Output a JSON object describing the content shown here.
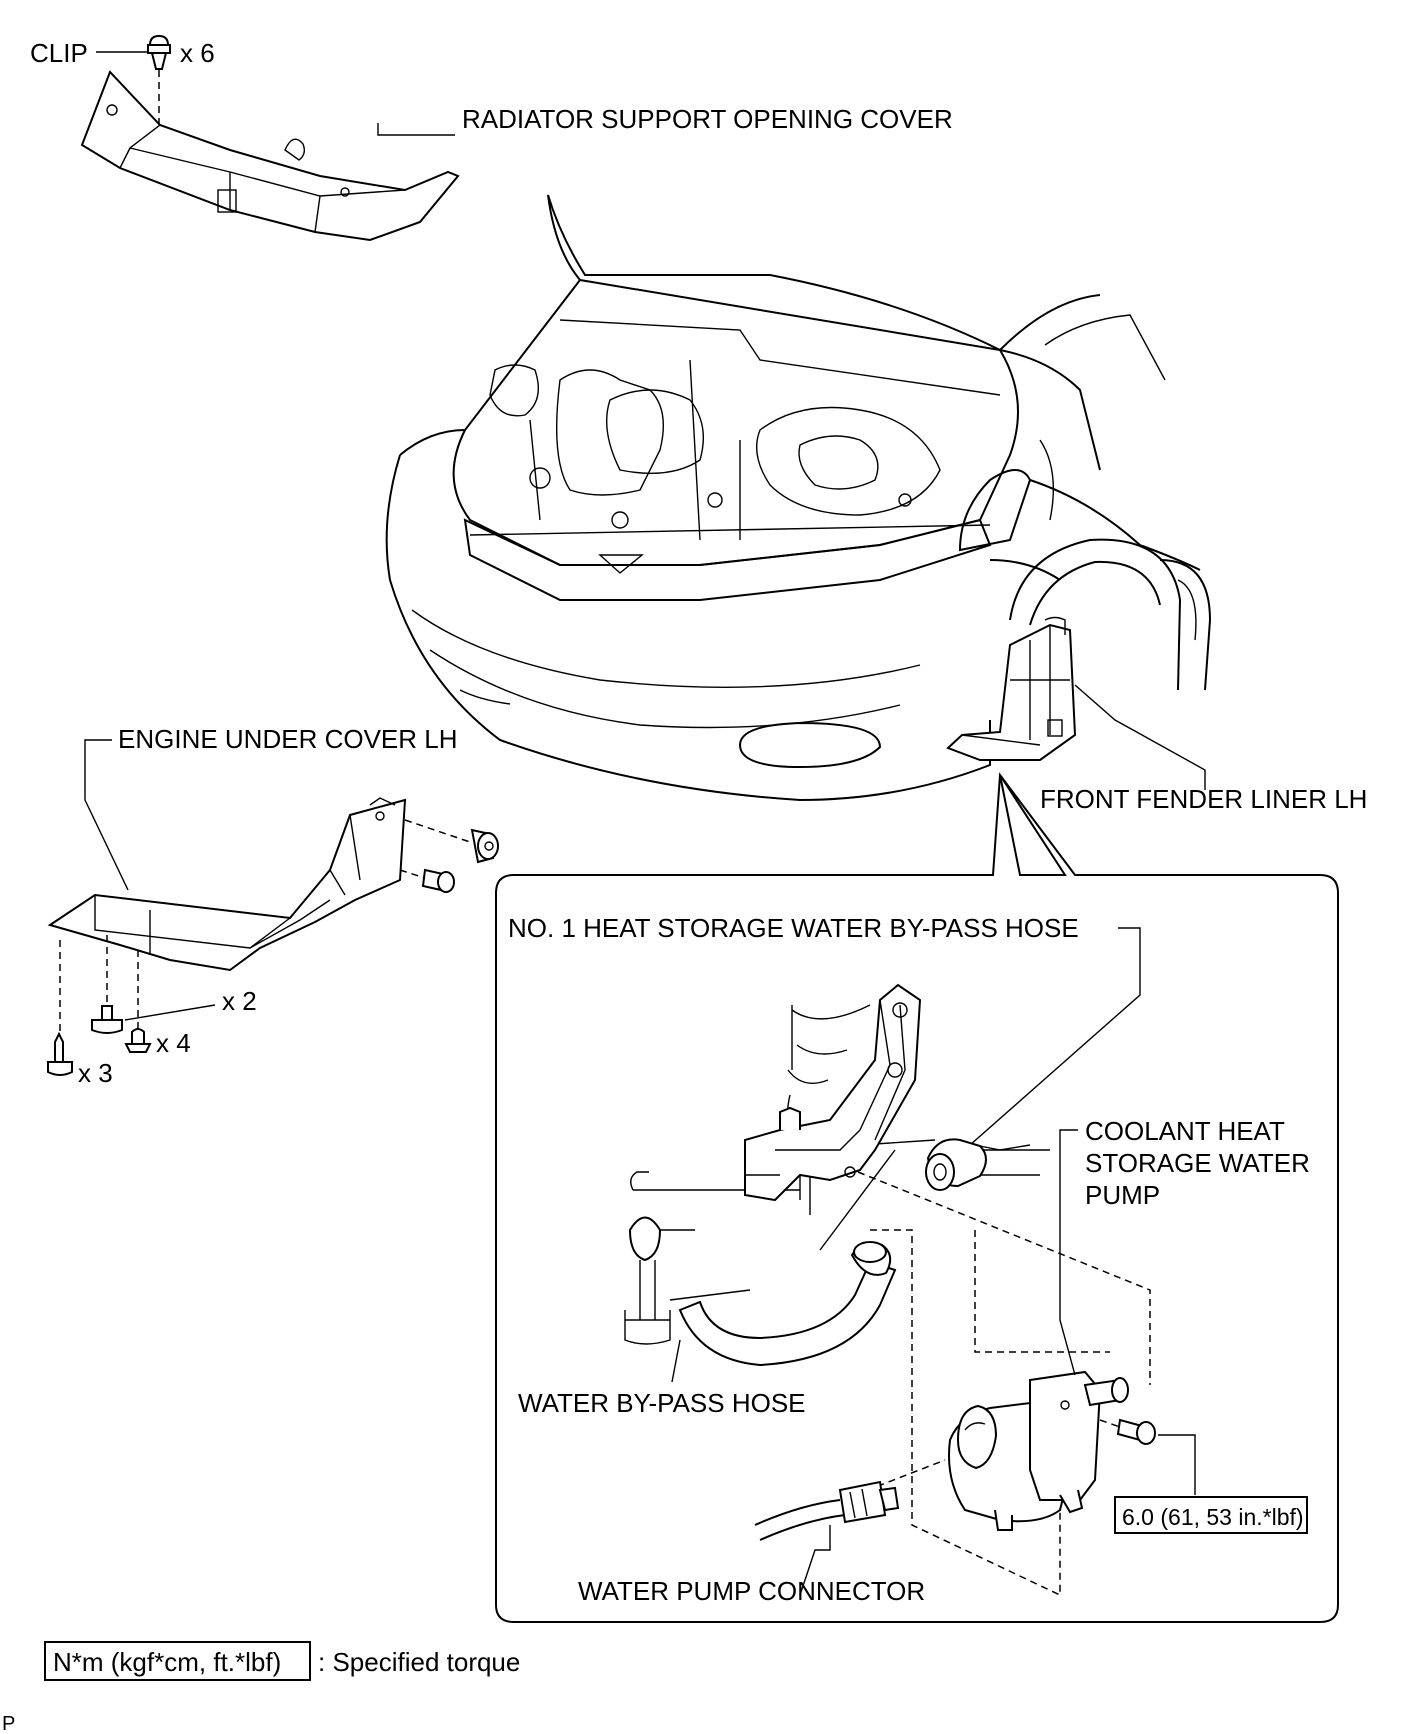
{
  "labels": {
    "clip": "CLIP",
    "clip_qty": "x 6",
    "radiator_cover": "RADIATOR SUPPORT OPENING COVER",
    "engine_under_cover": "ENGINE UNDER COVER LH",
    "front_fender_liner": "FRONT FENDER LINER LH",
    "qty_x2": "x 2",
    "qty_x4": "x 4",
    "qty_x3": "x 3",
    "heat_storage_hose": "NO. 1 HEAT STORAGE WATER BY-PASS HOSE",
    "pump_line1": "COOLANT HEAT",
    "pump_line2": "STORAGE WATER",
    "pump_line3": "PUMP",
    "water_bypass_hose": "WATER BY-PASS HOSE",
    "water_pump_connector": "WATER PUMP CONNECTOR",
    "torque_value": "6.0 (61, 53 in.*lbf)"
  },
  "legend": {
    "units": "N*m (kgf*cm, ft.*lbf)",
    "text": ": Specified torque"
  },
  "corner_mark": "P"
}
